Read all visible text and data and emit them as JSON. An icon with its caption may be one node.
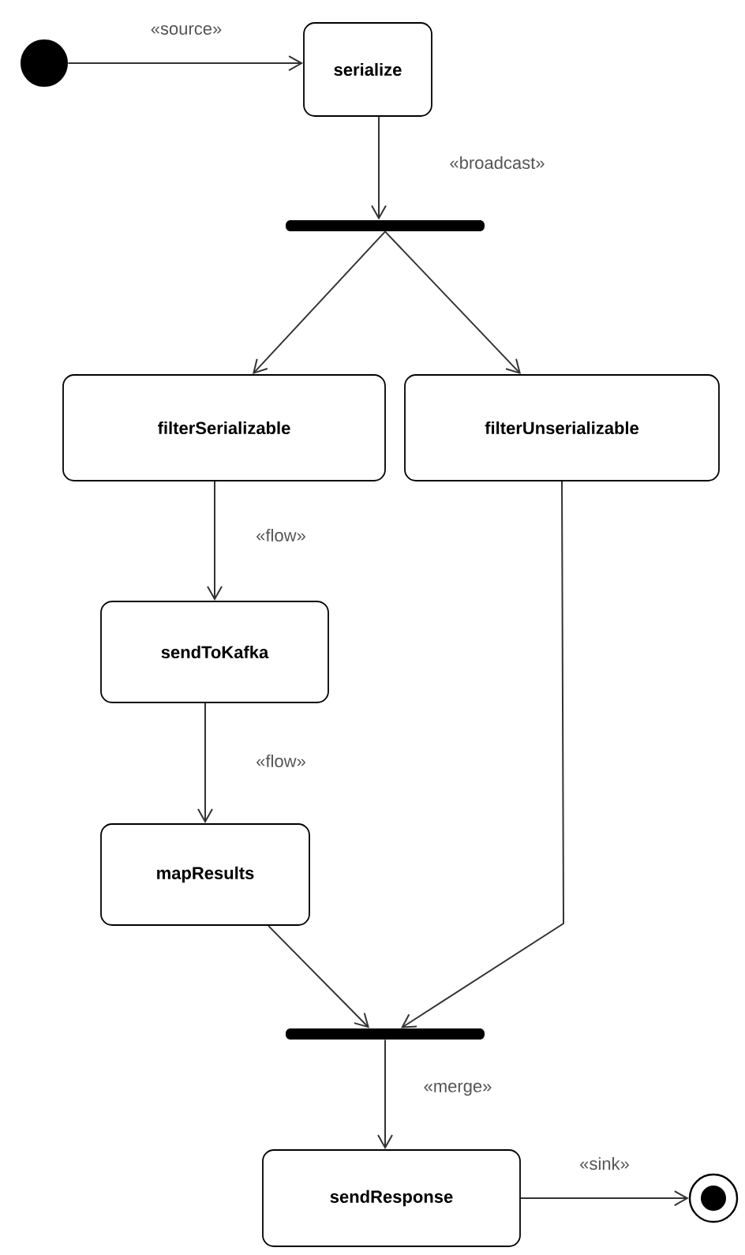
{
  "diagram": {
    "nodes": [
      {
        "text": [],
        "shape": "circle"
      },
      {
        "text": [
          "serialize"
        ]
      },
      {
        "text": [],
        "shape": "bar"
      },
      {
        "text": [
          "filterSerializable"
        ]
      },
      {
        "text": [
          "filterUnserializable"
        ]
      },
      {
        "text": [
          "sendToKafka"
        ]
      },
      {
        "text": [
          "mapResults"
        ]
      },
      {
        "text": [],
        "shape": "bar"
      },
      {
        "text": [
          "sendResponse"
        ]
      },
      {
        "text": [],
        "shape": "bullseye"
      }
    ],
    "edges": [
      {
        "from": 0,
        "to": 1,
        "arrow": "to",
        "label": "«source»"
      },
      {
        "from": 1,
        "to": 2,
        "arrow": "to",
        "label": "«broadcast»"
      },
      {
        "from": 2,
        "to": 3,
        "arrow": "to"
      },
      {
        "from": 2,
        "to": 4,
        "arrow": "to"
      },
      {
        "from": 3,
        "to": 5,
        "arrow": "to",
        "label": "«flow»"
      },
      {
        "from": 5,
        "to": 6,
        "arrow": "to",
        "label": "«flow»"
      },
      {
        "from": 6,
        "to": 7,
        "arrow": "to"
      },
      {
        "from": 4,
        "to": 7,
        "arrow": "to"
      },
      {
        "from": 7,
        "to": 8,
        "arrow": "to",
        "label": "«merge»"
      },
      {
        "from": 8,
        "to": 9,
        "arrow": "to",
        "label": "«sink»"
      }
    ]
  }
}
